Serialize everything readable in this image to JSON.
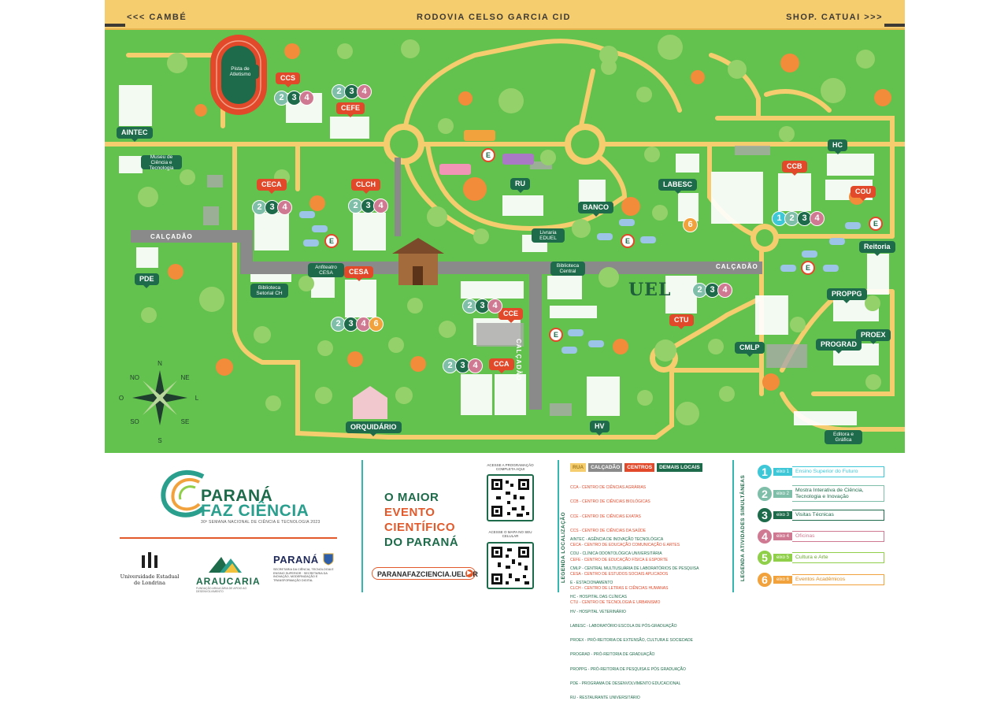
{
  "topbar": {
    "left_label": "<<< CAMBÉ",
    "center_label": "RODOVIA CELSO GARCIA CID",
    "right_label": "SHOP. CATUAI >>>"
  },
  "colors": {
    "grass": "#63c24e",
    "road": "#f6cd6e",
    "calcadao": "#8a8a8a",
    "centro_pin": "#e2492b",
    "local_pin": "#1d6b4a",
    "building": "#ffffff"
  },
  "map": {
    "road_labels": [
      "CALÇADÃO",
      "CALÇADÃO",
      "CALÇADÃO"
    ],
    "campus_mark": "UEL",
    "compass": {
      "n": "N",
      "ne": "NE",
      "no": "NO",
      "l": "L",
      "o": "O",
      "se": "SE",
      "so": "SO",
      "s": "S"
    },
    "entrance_marker": "E",
    "centros": [
      "CCS",
      "CEFE",
      "CECA",
      "CLCH",
      "CESA",
      "CCE",
      "CCA",
      "CTU",
      "CCB",
      "COU"
    ],
    "locais": [
      "AINTEC",
      "RU",
      "HC",
      "LABESC",
      "BANCO",
      "PDE",
      "Reitoria",
      "PROPPG",
      "PROGRAD",
      "PROEX",
      "CMLP",
      "HV",
      "ORQUIDÁRIO"
    ],
    "small_labels": {
      "pista": "Pista de Atletismo",
      "museu": "Museu de Ciência e Tecnologia",
      "livraria": "Livraria EDUEL",
      "biblioteca_central": "Biblioteca Central",
      "anfiteatro": "Anfiteatro CESA",
      "biblioteca_setorial": "Biblioteca Setorial CH",
      "editora": "Editora e Gráfica"
    },
    "axis_groups": [
      {
        "near": "CCS",
        "axes": [
          2,
          3,
          4
        ]
      },
      {
        "near": "CEFE",
        "axes": [
          2,
          3,
          4
        ]
      },
      {
        "near": "CECA",
        "axes": [
          2,
          3,
          4
        ]
      },
      {
        "near": "CLCH",
        "axes": [
          2,
          3,
          4
        ]
      },
      {
        "near": "CESA",
        "axes": [
          2,
          3,
          4,
          6
        ]
      },
      {
        "near": "CCE",
        "axes": [
          2,
          3,
          4
        ]
      },
      {
        "near": "CCA",
        "axes": [
          2,
          3,
          4
        ]
      },
      {
        "near": "CTU",
        "axes": [
          2,
          3,
          4
        ]
      },
      {
        "near": "CCB",
        "axes": [
          1,
          2,
          3,
          4
        ]
      },
      {
        "near": "LABESC",
        "axes": [
          6
        ]
      }
    ]
  },
  "brand": {
    "line1": "PARANÁ",
    "line2": "FAZ CIÊNCIA",
    "subtitle": "30ª SEMANA NACIONAL DE CIÊNCIA E TECNOLOGIA 2023",
    "partner1": "Universidade Estadual de Londrina",
    "partner2": "ARAUCARIA",
    "partner2_sub": "FUNDAÇÃO ARAUCÁRIA DE APOIO AO DESENVOLVIMENTO",
    "partner3": "PARANÁ",
    "partner3_sub": "SECRETARIA DA CIÊNCIA, TECNOLOGIA E ENSINO SUPERIOR · SECRETARIA DA INOVAÇÃO, MODERNIZAÇÃO E TRANSFORMAÇÃO DIGITAL"
  },
  "promo": {
    "line1": "O MAIOR",
    "line2": "EVENTO",
    "line3": "CIENTÍFICO",
    "line4": "DO PARANÁ",
    "url": "PARANAFAZCIENCIA.UEL.BR",
    "qr1_caption": "ACESSE A PROGRAMAÇÃO COMPLETA AQUI",
    "qr2_caption": "ACESSE O MAPA NO SEU CELULAR"
  },
  "legend_localizacao": {
    "title": "LEGENDA LOCALIZAÇÃO",
    "header_tags": [
      {
        "label": "RUA",
        "color": "#f6cd6e",
        "text_color": "#a07a1f"
      },
      {
        "label": "CALÇADÃO",
        "color": "#8a8a8a",
        "text_color": "#ffffff"
      },
      {
        "label": "CENTROS",
        "color": "#e2492b",
        "text_color": "#ffffff"
      },
      {
        "label": "DEMAIS LOCAIS",
        "color": "#1d6b4a",
        "text_color": "#ffffff"
      }
    ],
    "centros": [
      "CCA - CENTRO DE CIÊNCIAS AGRÁRIAS",
      "CCB - CENTRO DE CIÊNCIAS BIOLÓGICAS",
      "CCE - CENTRO DE CIÊNCIAS EXATAS",
      "CCS - CENTRO DE CIÊNCIAS DA SAÚDE",
      "CECA - CENTRO DE EDUCAÇÃO COMUNICAÇÃO E ARTES",
      "CEFE - CENTRO DE EDUCAÇÃO FÍSICA E ESPORTE",
      "CESA - CENTRO DE ESTUDOS SOCIAIS APLICADOS",
      "CLCH - CENTRO DE LETRAS E CIÊNCIAS HUMANAS",
      "CTU - CENTRO DE TECNOLOGIA E URBANISMO"
    ],
    "locais": [
      "AINTEC - AGÊNCIA DE INOVAÇÃO TECNOLÓGICA",
      "COU - CLÍNICA ODONTOLÓGICA UNIVERSITÁRIA",
      "CMLP - CENTRAL MULTIUSUÁRIA DE LABORATÓRIOS DE PESQUISA",
      "E - ESTACIONAMENTO",
      "HC - HOSPITAL DAS CLÍNICAS",
      "HV - HOSPITAL VETERINÁRIO",
      "LABESC - LABORATÓRIO ESCOLA DE PÓS-GRADUAÇÃO",
      "PROEX - PRÓ-REITORIA DE EXTENSÃO, CULTURA E SOCIEDADE",
      "PROGRAD - PRÓ-REITORIA DE GRADUAÇÃO",
      "PROPPG - PRÓ-REITORIA DE PESQUISA E PÓS GRADUAÇÃO",
      "PDE - PROGRAMA DE DESENVOLVIMENTO EDUCACIONAL",
      "RU - RESTAURANTE UNIVERSITÁRIO"
    ]
  },
  "legend_atividades": {
    "title": "LEGENDA ATIVIDADES SIMULTÂNEAS",
    "eixos": [
      {
        "num": "1",
        "tag": "eixo 1",
        "desc": "Ensino Superior do Futuro",
        "color": "#3ec7d7"
      },
      {
        "num": "2",
        "tag": "eixo 2",
        "desc": "Mostra Interativa de Ciência, Tecnologia e Inovação",
        "color": "#7fbfa9"
      },
      {
        "num": "3",
        "tag": "eixo 3",
        "desc": "Visitas Técnicas",
        "color": "#1d6b4a"
      },
      {
        "num": "4",
        "tag": "eixo 4",
        "desc": "Oficinas",
        "color": "#cf7a92"
      },
      {
        "num": "5",
        "tag": "eixo 5",
        "desc": "Cultura e Arte",
        "color": "#8fcf4a"
      },
      {
        "num": "6",
        "tag": "eixo 6",
        "desc": "Eventos Acadêmicos",
        "color": "#f2a23c"
      }
    ]
  }
}
